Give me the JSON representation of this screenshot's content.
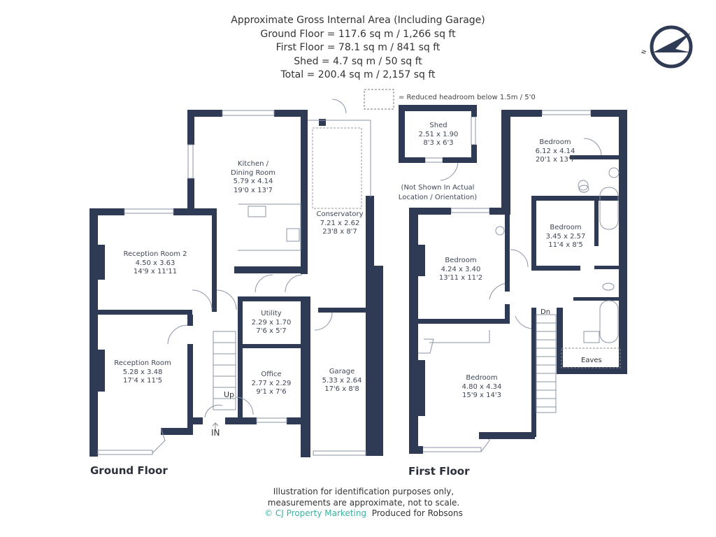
{
  "header": {
    "title": "Approximate Gross Internal Area (Including Garage)",
    "ground_floor": "Ground Floor = 117.6 sq m / 1,266 sq ft",
    "first_floor": "First Floor = 78.1 sq m / 841 sq ft",
    "shed": "Shed = 4.7 sq m / 50 sq ft",
    "total": "Total = 200.4 sq m / 2,157 sq ft"
  },
  "compass": {
    "label": "N"
  },
  "legend": {
    "text": "= Reduced headroom below 1.5m / 5'0"
  },
  "ground_floor": {
    "title": "Ground Floor",
    "rooms": [
      {
        "name": "Kitchen /",
        "name2": "Dining Room",
        "metric": "5.79 x 4.14",
        "imperial": "19'0 x 13'7"
      },
      {
        "name": "Conservatory",
        "metric": "7.21 x 2.62",
        "imperial": "23'8 x 8'7"
      },
      {
        "name": "Reception Room 2",
        "metric": "4.50 x 3.63",
        "imperial": "14'9 x 11'11"
      },
      {
        "name": "Utility",
        "metric": "2.29 x 1.70",
        "imperial": "7'6 x 5'7"
      },
      {
        "name": "Reception Room",
        "metric": "5.28 x 3.48",
        "imperial": "17'4 x 11'5"
      },
      {
        "name": "Office",
        "metric": "2.77 x 2.29",
        "imperial": "9'1 x 7'6"
      },
      {
        "name": "Garage",
        "metric": "5.33 x 2.64",
        "imperial": "17'6 x 8'8"
      }
    ],
    "stairs_label": "Up",
    "entrance_label": "IN"
  },
  "shed": {
    "name": "Shed",
    "metric": "2.51 x 1.90",
    "imperial": "8'3 x 6'3",
    "note1": "(Not Shown In Actual",
    "note2": "Location / Orientation)"
  },
  "first_floor": {
    "title": "First Floor",
    "rooms": [
      {
        "name": "Bedroom",
        "metric": "6.12 x 4.14",
        "imperial": "20'1 x 13'7"
      },
      {
        "name": "Bedroom",
        "metric": "3.45 x 2.57",
        "imperial": "11'4 x 8'5"
      },
      {
        "name": "Bedroom",
        "metric": "4.24 x 3.40",
        "imperial": "13'11 x 11'2"
      },
      {
        "name": "Bedroom",
        "metric": "4.80 x 4.34",
        "imperial": "15'9 x 14'3"
      }
    ],
    "eaves_label": "Eaves",
    "stairs_label": "Dn"
  },
  "footer": {
    "line1": "Illustration for identification purposes only,",
    "line2": "measurements are approximate, not to scale.",
    "brand": "© CJ Property Marketing",
    "produced": "Produced for Robsons"
  },
  "colors": {
    "wall": "#2f3b55",
    "brand": "#3bb3a0"
  }
}
